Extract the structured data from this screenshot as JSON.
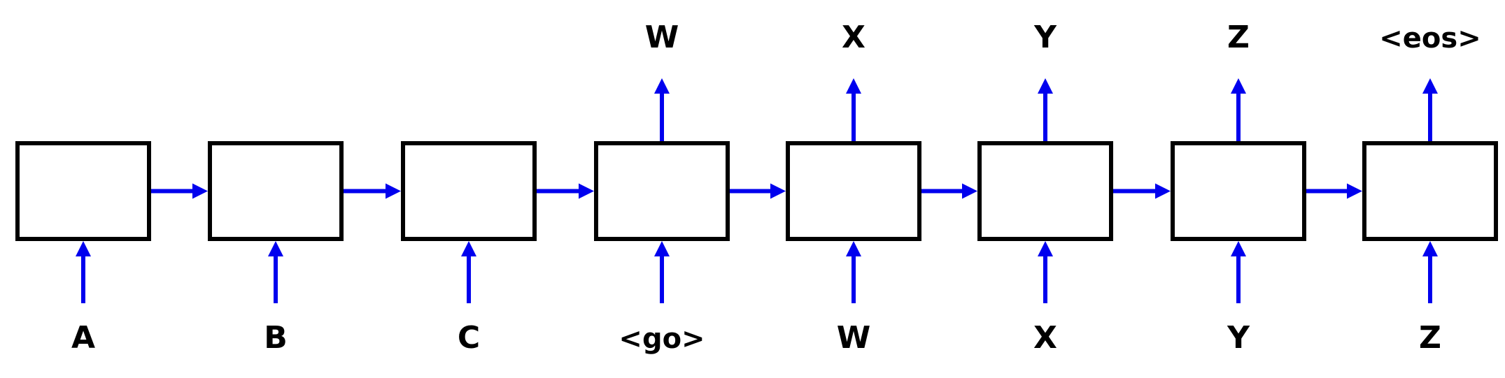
{
  "diagram": {
    "input_tokens": [
      "A",
      "B",
      "C",
      "<go>",
      "W",
      "X",
      "Y",
      "Z"
    ],
    "output_tokens": [
      null,
      null,
      null,
      "W",
      "X",
      "Y",
      "Z",
      "<eos>"
    ],
    "colors": {
      "arrow": "#0000ee",
      "box_stroke": "#000000",
      "text": "#000000",
      "background": "#ffffff"
    }
  }
}
